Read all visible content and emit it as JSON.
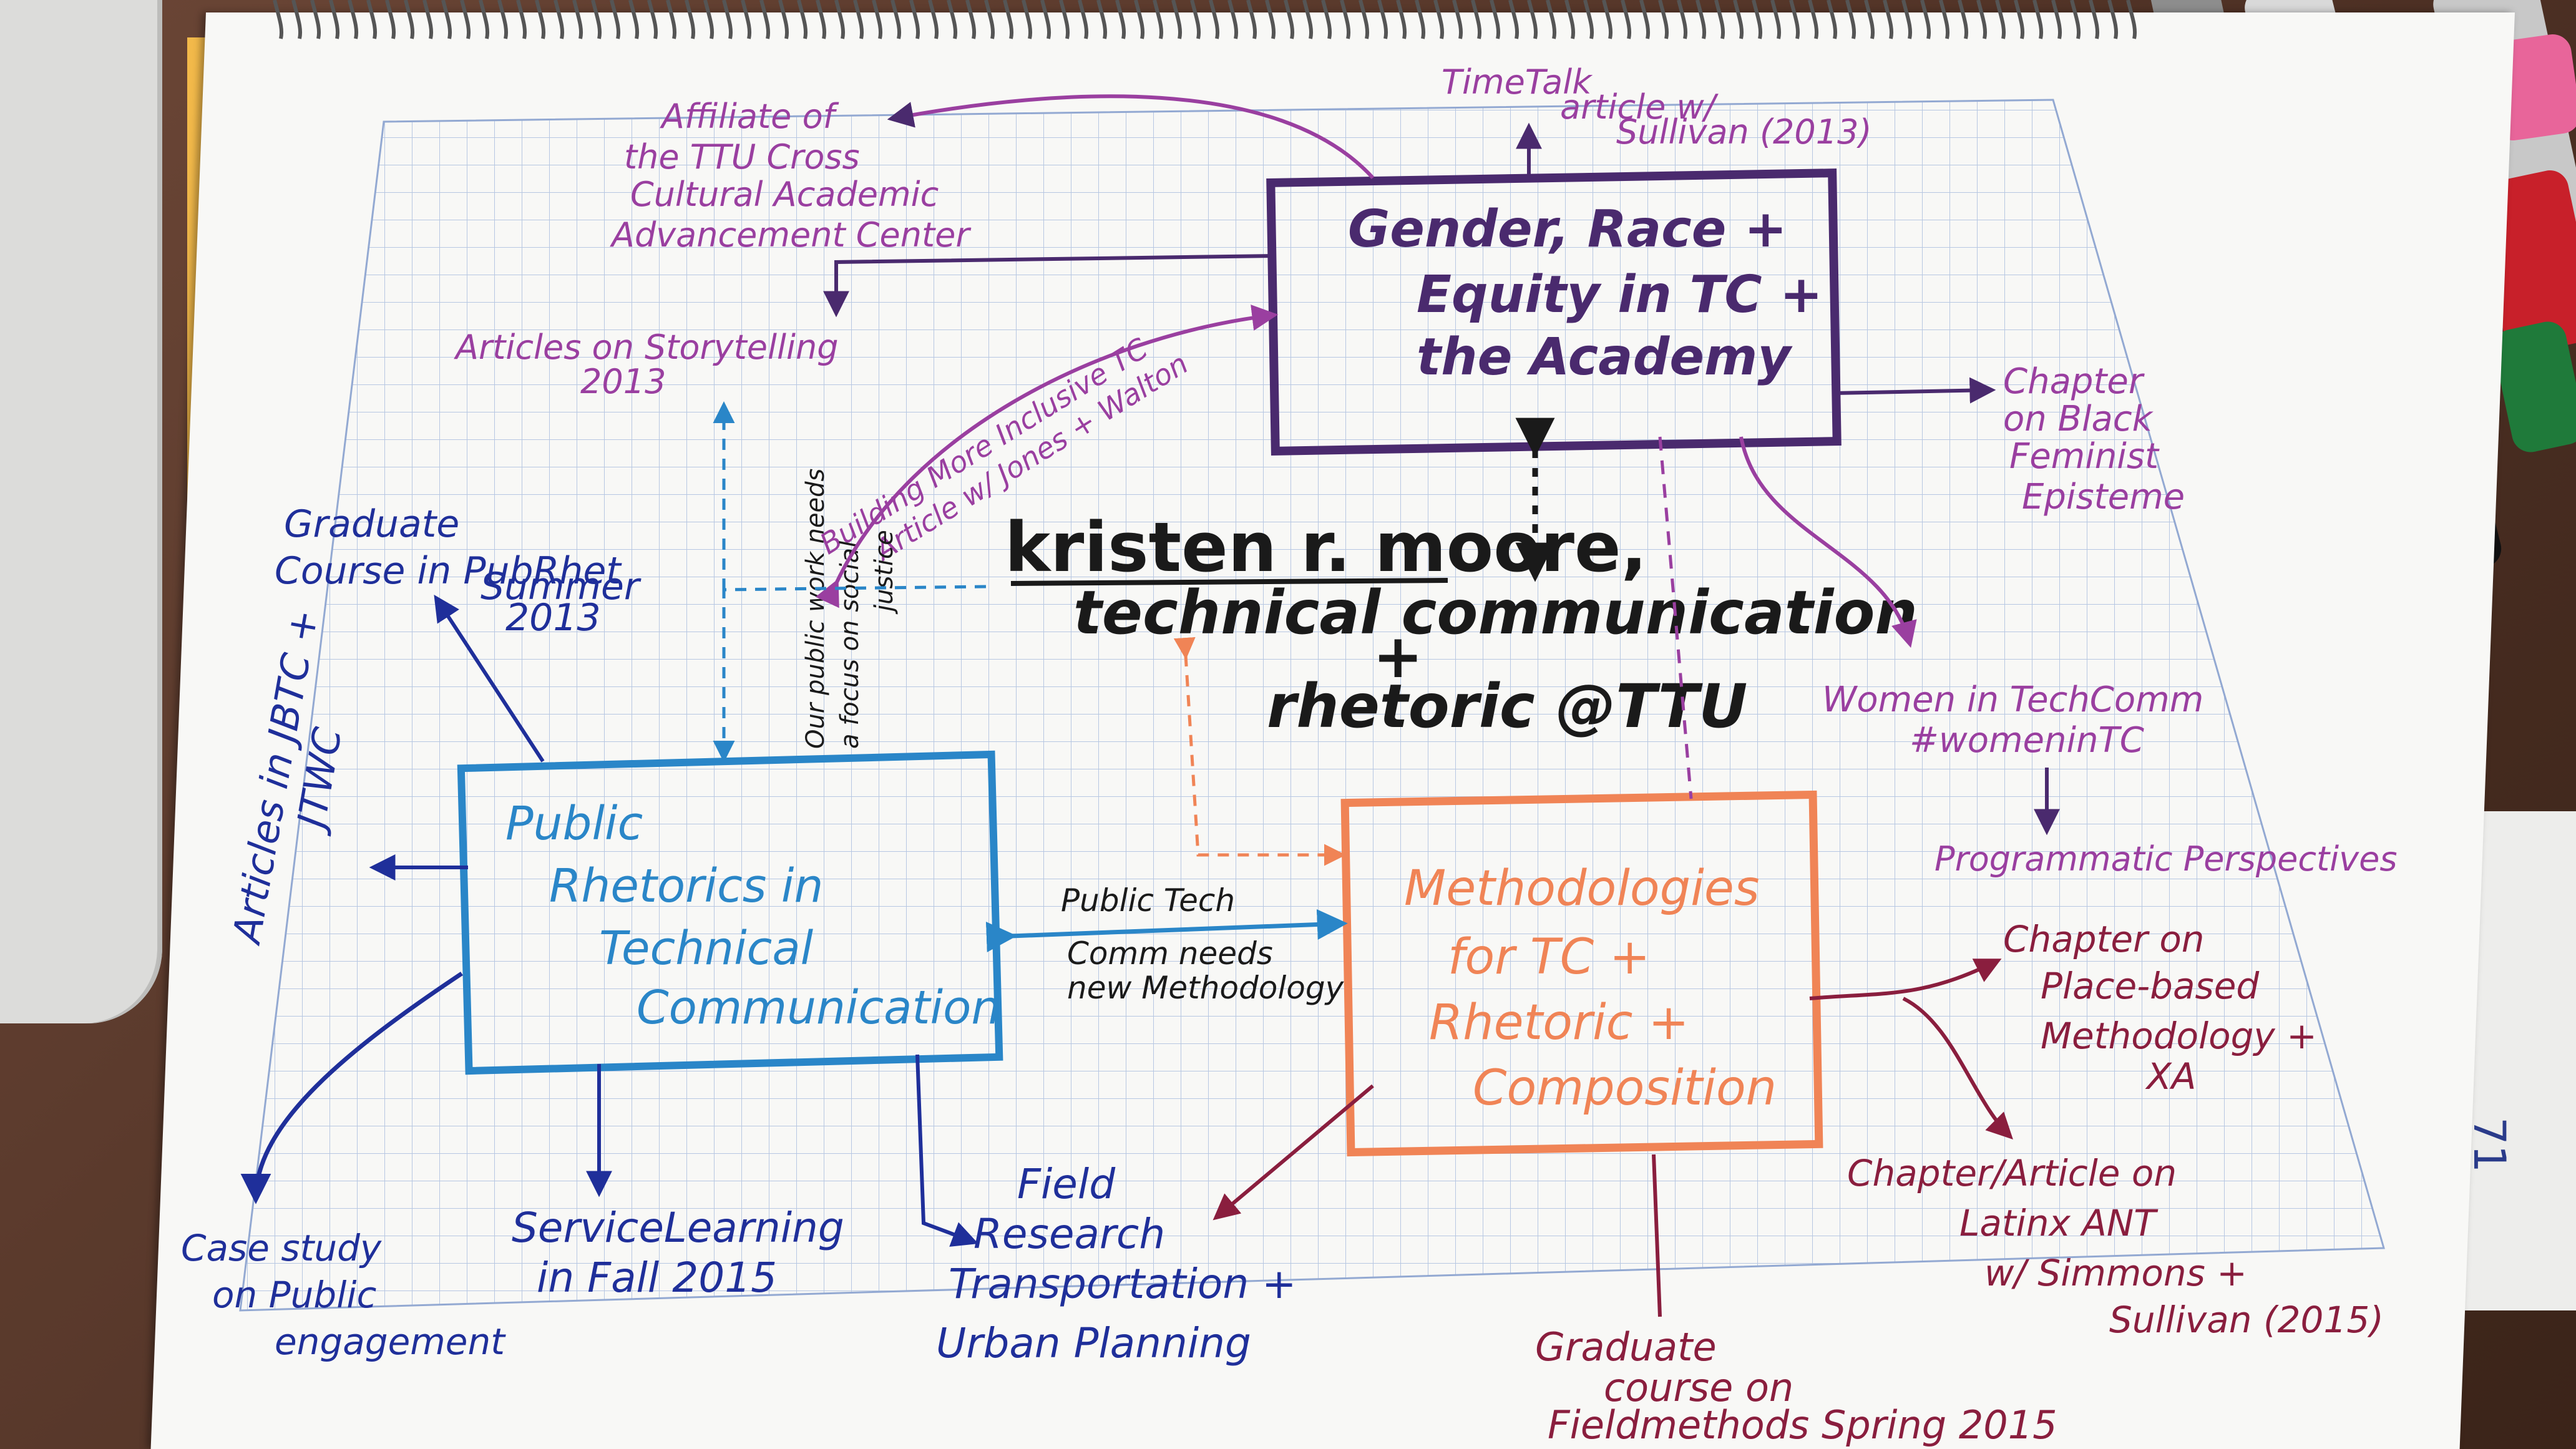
{
  "title": {
    "line1": "kristen r. moore,",
    "line2": "technical communication",
    "line3": "+",
    "line4": "rhetoric @TTU"
  },
  "nodes": {
    "gender": [
      "Gender, Race +",
      "Equity in TC +",
      "the Academy"
    ],
    "public": [
      "Public",
      "Rhetorics in",
      "Technical",
      "Communication"
    ],
    "methods": [
      "Methodologies",
      "for TC +",
      "Rhetoric +",
      "Composition"
    ]
  },
  "labels": {
    "timetalk": [
      "TimeTalk",
      "article w/",
      "Sullivan (2013)"
    ],
    "affiliate": [
      "Affiliate of",
      "the TTU Cross",
      "Cultural Academic",
      "Advancement Center"
    ],
    "storytelling": [
      "Articles on Storytelling",
      "2013"
    ],
    "building": [
      "Building More Inclusive TC",
      "Article w/ Jones + Walton"
    ],
    "our_public": [
      "Our public work needs",
      "a focus on social",
      "justice"
    ],
    "chapter_black": [
      "Chapter",
      "on Black",
      "Feminist",
      "Episteme"
    ],
    "women": [
      "Women in TechComm",
      "#womeninTC"
    ],
    "programmatic": [
      "Programmatic Perspectives"
    ],
    "chapter_place": [
      "Chapter on",
      "Place-based",
      "Methodology +",
      "XA"
    ],
    "chapter_latinx": [
      "Chapter/Article on",
      "Latinx ANT",
      "w/ Simmons +",
      "Sullivan (2015)"
    ],
    "grad_field": [
      "Graduate",
      "course on",
      "Fieldmethods Spring 2015"
    ],
    "field_research": [
      "Field",
      "Research",
      "Transportation +",
      "Urban Planning"
    ],
    "service": [
      "ServiceLearning",
      "in Fall 2015"
    ],
    "case_study": [
      "Case study",
      "on Public",
      "engagement"
    ],
    "articles_jbtc": [
      "Articles in JBTC +",
      "JTWC"
    ],
    "grad_pubrhet": [
      "Graduate",
      "Course in PubRhet",
      "Summer",
      "2013"
    ],
    "public_tech": [
      "Public Tech",
      "Comm needs",
      "new Methodology"
    ],
    "page_number": "71"
  },
  "colors": {
    "purple": "#4a2a6e",
    "magenta": "#9a3fa0",
    "blue": "#2a86c8",
    "navy": "#1f2f9a",
    "orange": "#f08456",
    "maroon": "#8a1e3e",
    "black": "#1a1a1a",
    "grid": "#b7c7e2"
  }
}
